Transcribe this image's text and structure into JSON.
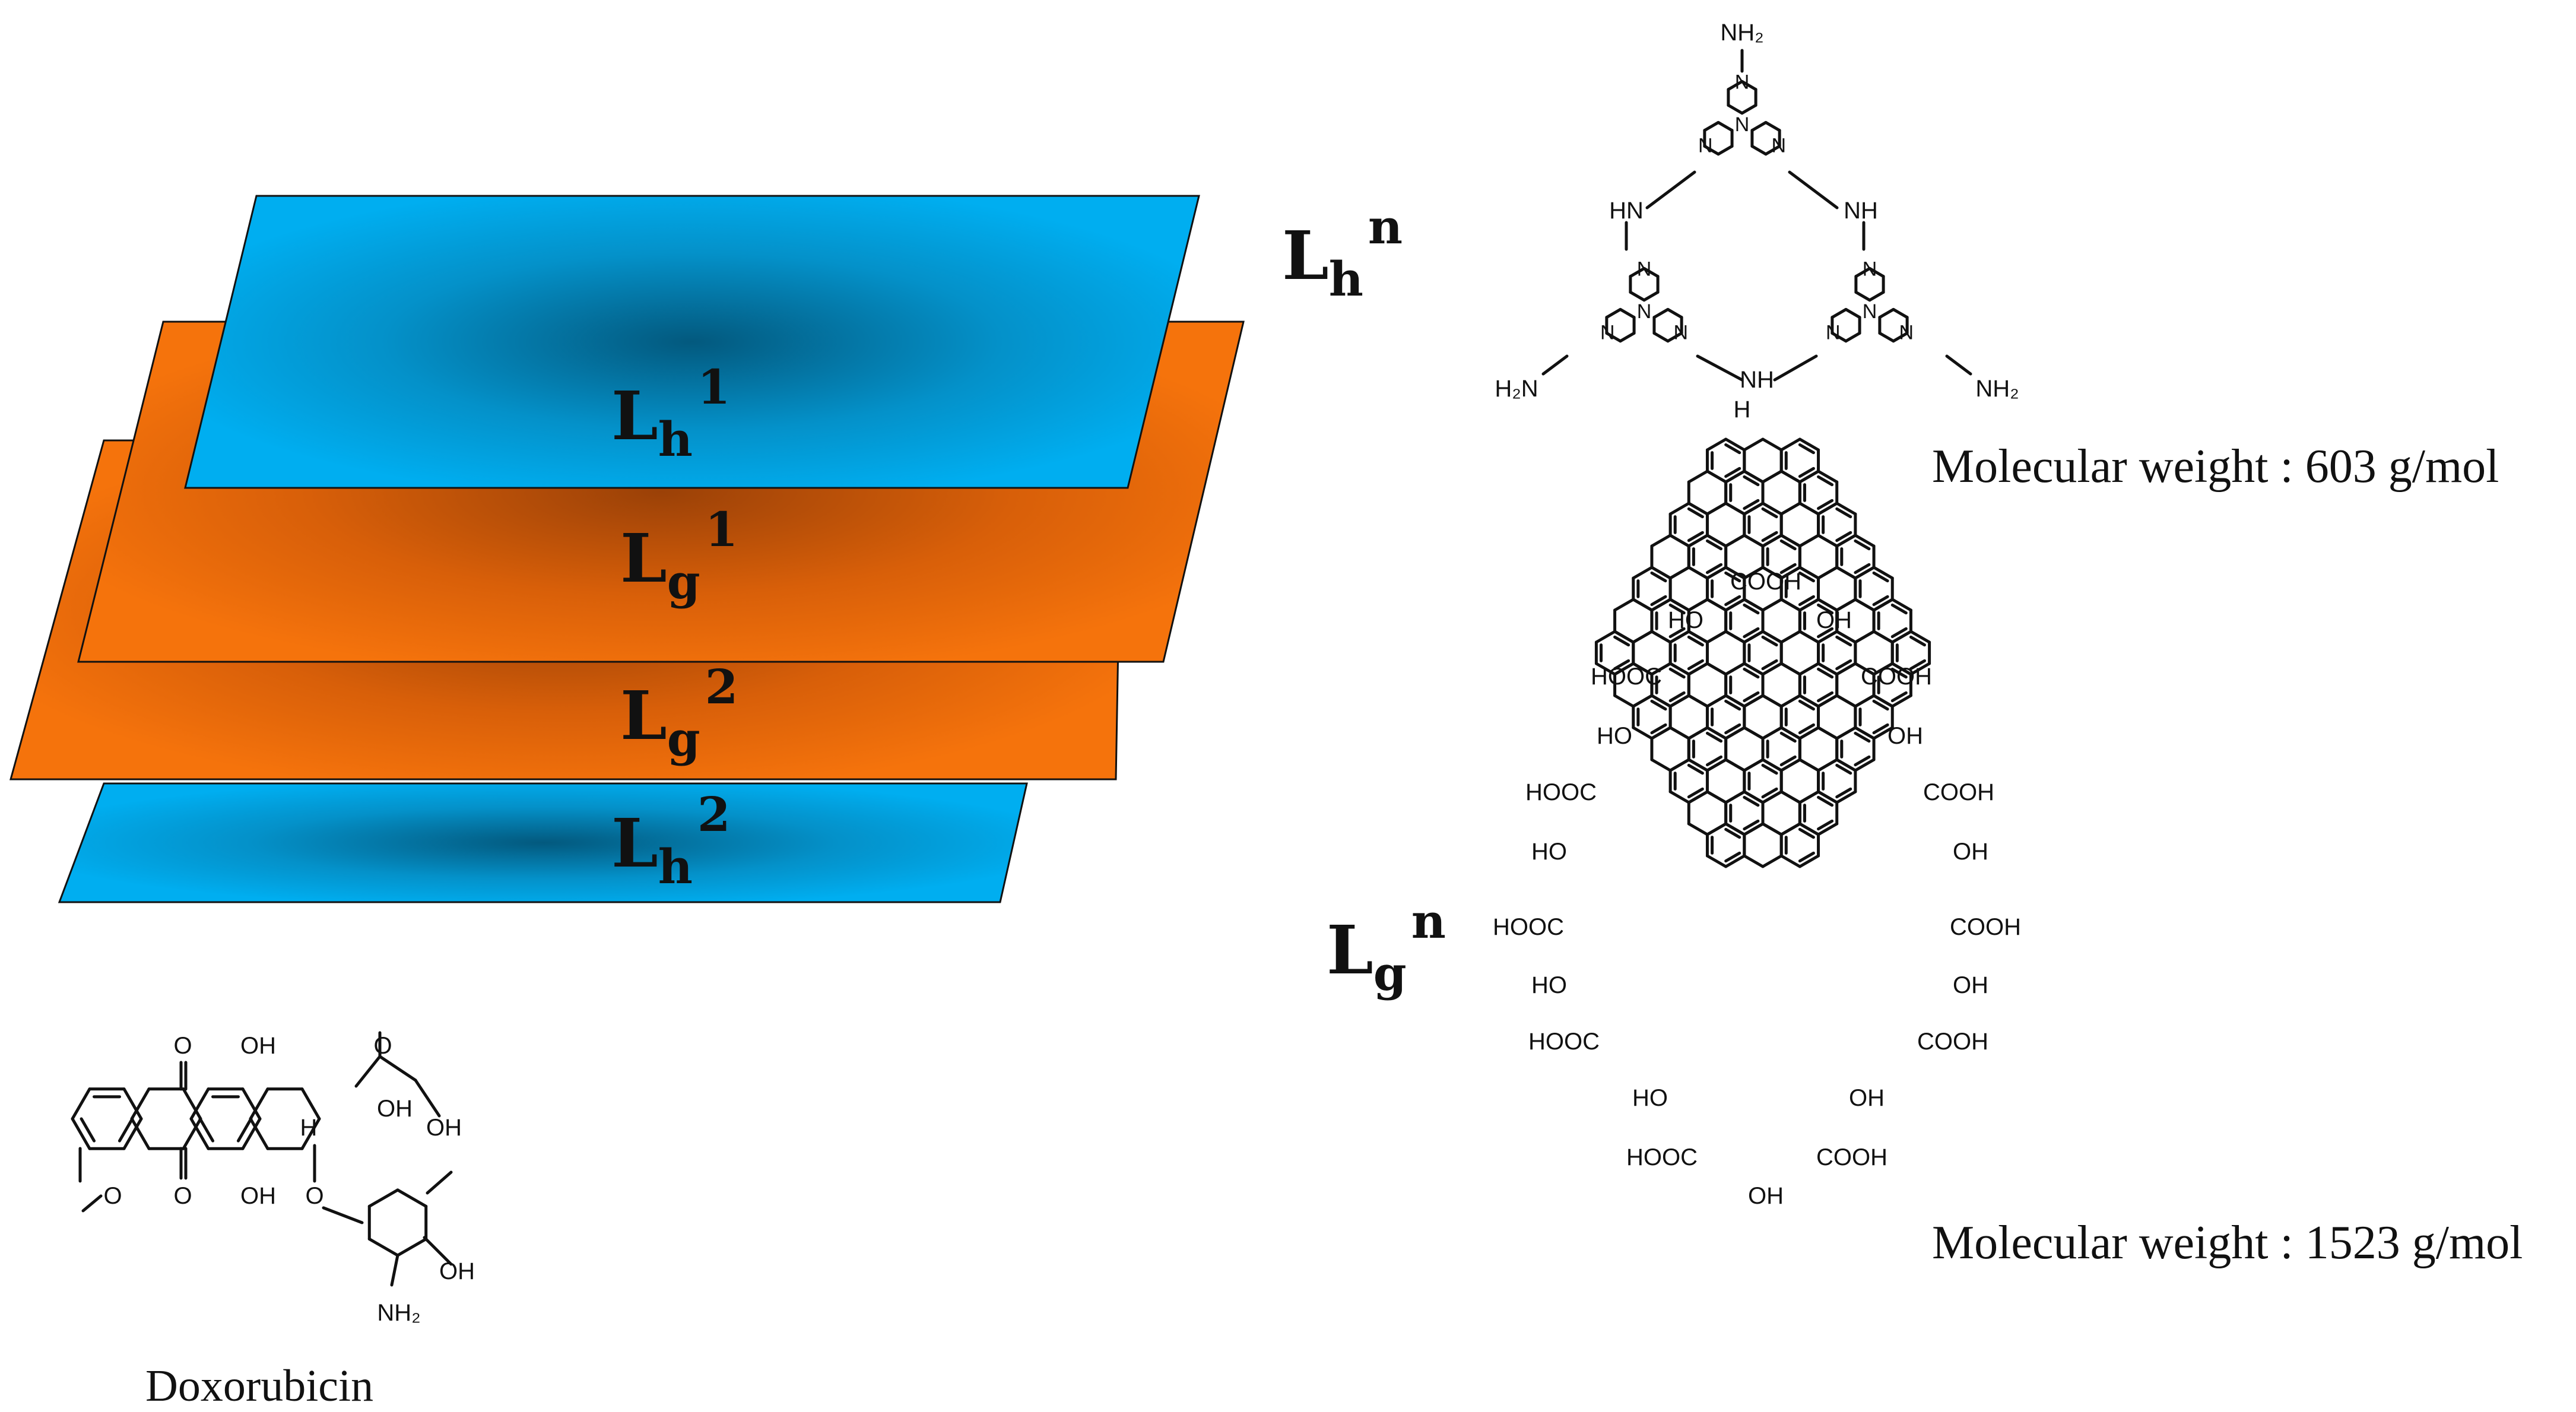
{
  "layers": {
    "lh1": {
      "main": "L",
      "sub": "h",
      "sup": "1"
    },
    "lg1": {
      "main": "L",
      "sub": "g",
      "sup": "1"
    },
    "lg2": {
      "main": "L",
      "sub": "g",
      "sup": "2"
    },
    "lh2": {
      "main": "L",
      "sub": "h",
      "sup": "2"
    },
    "lhn": {
      "main": "L",
      "sub": "h",
      "sup": "n"
    },
    "lgn": {
      "main": "L",
      "sub": "g",
      "sup": "n"
    }
  },
  "melem": {
    "caption": "Molecular weight : 603 g/mol",
    "atoms": {
      "nh2": "NH₂",
      "h2n": "H₂N",
      "nh": "NH",
      "hn": "HN",
      "n": "N",
      "h": "H"
    }
  },
  "graphene": {
    "caption": "Molecular weight : 1523 g/mol",
    "atoms": {
      "cooh": "COOH",
      "hooc": "HOOC",
      "oh": "OH",
      "ho": "HO"
    }
  },
  "doxorubicin": {
    "caption": "Doxorubicin",
    "atoms": {
      "o": "O",
      "oh": "OH",
      "h": "H",
      "nh2": "NH₂",
      "methoxy": "O"
    }
  },
  "colors": {
    "blue": "#00a6e6",
    "blue_dark": "#03597e",
    "orange": "#ef6e0c",
    "orange_dark": "#9b4107"
  }
}
